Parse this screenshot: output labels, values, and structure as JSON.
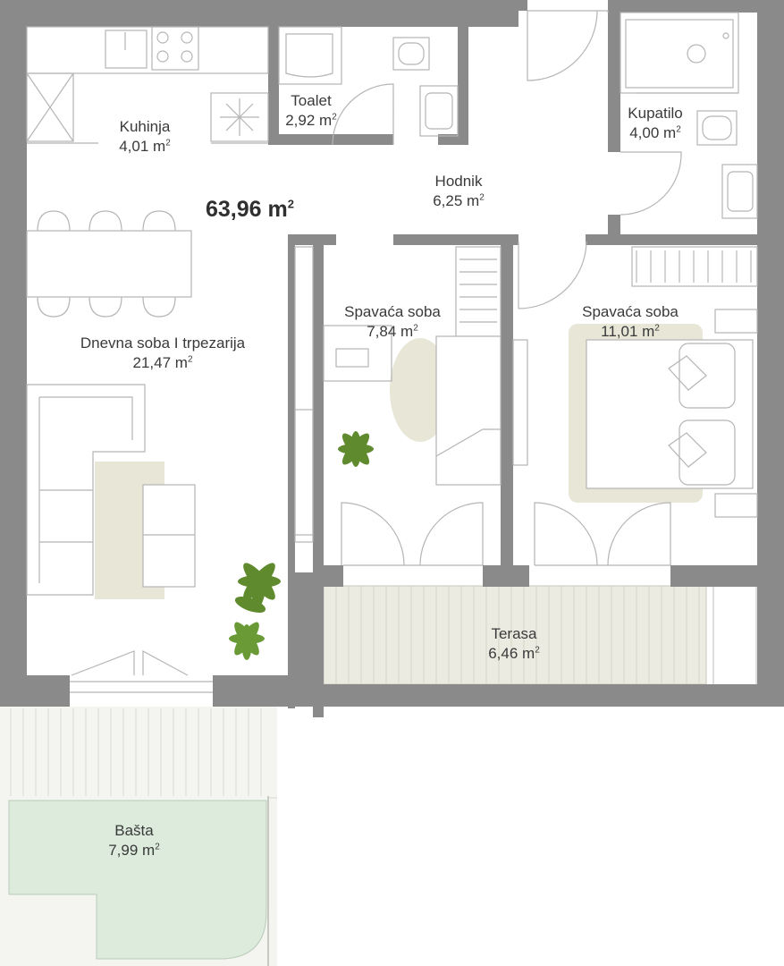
{
  "plan": {
    "total_area": "63,96 m",
    "unit_exponent": "2",
    "colors": {
      "wall": "#8a8a8a",
      "line": "#b5b5b5",
      "garden": "#dcebdc",
      "terrace": "#ecebe2",
      "rug": "#e8e7d7",
      "plant": "#5f8a2e",
      "text": "#3a3a3a"
    },
    "rooms": [
      {
        "id": "kuhinja",
        "name": "Kuhinja",
        "area": "4,01 m"
      },
      {
        "id": "toalet",
        "name": "Toalet",
        "area": "2,92 m"
      },
      {
        "id": "kupatilo",
        "name": "Kupatilo",
        "area": "4,00 m"
      },
      {
        "id": "hodnik",
        "name": "Hodnik",
        "area": "6,25 m"
      },
      {
        "id": "dnevna",
        "name": "Dnevna soba I trpezarija",
        "area": "21,47 m"
      },
      {
        "id": "spavaca1",
        "name": "Spavaća soba",
        "area": "7,84 m"
      },
      {
        "id": "spavaca2",
        "name": "Spavaća soba",
        "area": "11,01 m"
      },
      {
        "id": "terasa",
        "name": "Terasa",
        "area": "6,46 m"
      },
      {
        "id": "basta",
        "name": "Bašta",
        "area": "7,99 m"
      }
    ]
  }
}
